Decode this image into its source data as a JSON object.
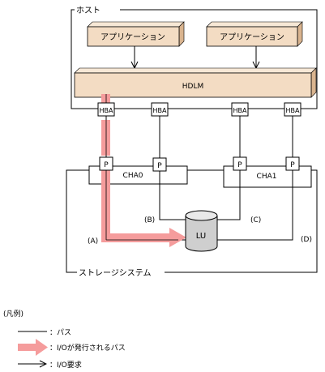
{
  "host": {
    "title": "ホスト",
    "apps": [
      "アプリケーション",
      "アプリケーション"
    ],
    "hdlm": "HDLM",
    "hbas": [
      "HBA",
      "HBA",
      "HBA",
      "HBA"
    ]
  },
  "storage": {
    "title": "ストレージシステム",
    "channels": [
      "CHA0",
      "CHA1"
    ],
    "ports": [
      "P",
      "P",
      "P",
      "P"
    ],
    "lu": "LU",
    "path_labels": [
      "(A)",
      "(B)",
      "(C)",
      "(D)"
    ]
  },
  "legend": {
    "title": "(凡例)",
    "path": "：パス",
    "io_path": "：I/Oが発行されるパス",
    "io_request": "：I/O要求"
  },
  "colors": {
    "box_fill": "#f3dcc3",
    "box_side": "#d9b48f",
    "io_path": "#f59c9c"
  }
}
